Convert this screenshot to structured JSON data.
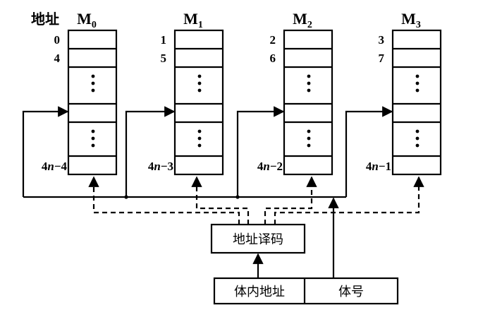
{
  "header": {
    "address_label": "地址"
  },
  "modules": [
    {
      "name": "M",
      "sub": "0",
      "first_addr": "0",
      "second_addr": "4",
      "last_addr_prefix": "4",
      "last_addr_var": "n",
      "last_addr_suffix": "−4"
    },
    {
      "name": "M",
      "sub": "1",
      "first_addr": "1",
      "second_addr": "5",
      "last_addr_prefix": "4",
      "last_addr_var": "n",
      "last_addr_suffix": "−3"
    },
    {
      "name": "M",
      "sub": "2",
      "first_addr": "2",
      "second_addr": "6",
      "last_addr_prefix": "4",
      "last_addr_var": "n",
      "last_addr_suffix": "−2"
    },
    {
      "name": "M",
      "sub": "3",
      "first_addr": "3",
      "second_addr": "7",
      "last_addr_prefix": "4",
      "last_addr_var": "n",
      "last_addr_suffix": "−1"
    }
  ],
  "decoder": {
    "label": "地址译码"
  },
  "address_register": {
    "inner_label": "体内地址",
    "bank_label": "体号"
  }
}
